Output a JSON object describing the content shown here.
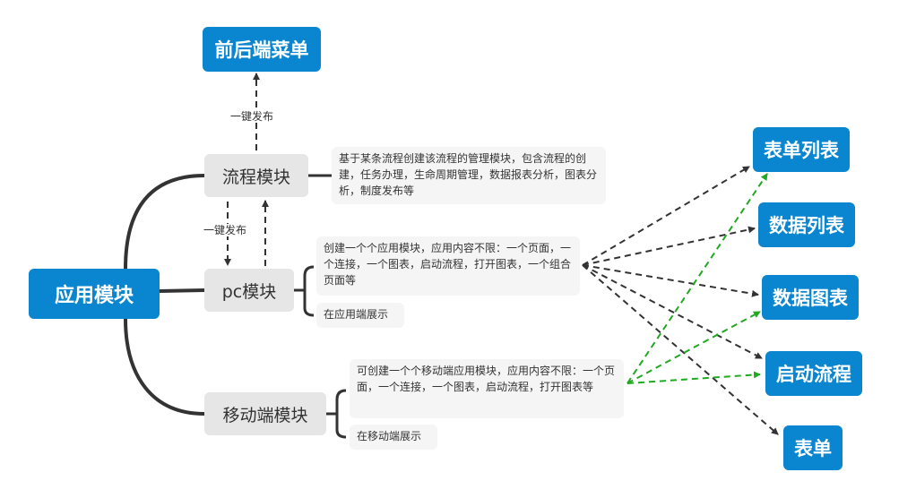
{
  "diagram": {
    "root": {
      "label": "应用模块"
    },
    "top_node": {
      "label": "前后端菜单"
    },
    "branches": [
      {
        "id": "flow",
        "label": "流程模块"
      },
      {
        "id": "pc",
        "label": "pc模块"
      },
      {
        "id": "mobile",
        "label": "移动端模块"
      }
    ],
    "notes": {
      "flow_desc": "基于某条流程创建该流程的管理模块，包含流程的创建，任务办理，生命周期管理，数据报表分析，图表分析，制度发布等",
      "pc_desc": "创建一个个应用模块，应用内容不限：一个页面，一个连接，一个图表，启动流程，打开图表，一个组合页面等",
      "pc_display": "在应用端展示",
      "mobile_desc": "可创建一个个移动端应用模块，应用内容不限：一个页面，一个连接，一个图表，启动流程，打开图表等",
      "mobile_display": "在移动端展示"
    },
    "edge_labels": {
      "publish_top": "一键发布",
      "publish_mid": "一键发布"
    },
    "targets": [
      {
        "label": "表单列表"
      },
      {
        "label": "数据列表"
      },
      {
        "label": "数据图表"
      },
      {
        "label": "启动流程"
      },
      {
        "label": "表单"
      }
    ],
    "colors": {
      "primary": "#0a86d0",
      "branch_bg": "#e6e6e6",
      "note_bg": "#f5f5f5",
      "line": "#333333",
      "pc_arrow": "#333333",
      "mobile_arrow": "#22a822"
    }
  }
}
